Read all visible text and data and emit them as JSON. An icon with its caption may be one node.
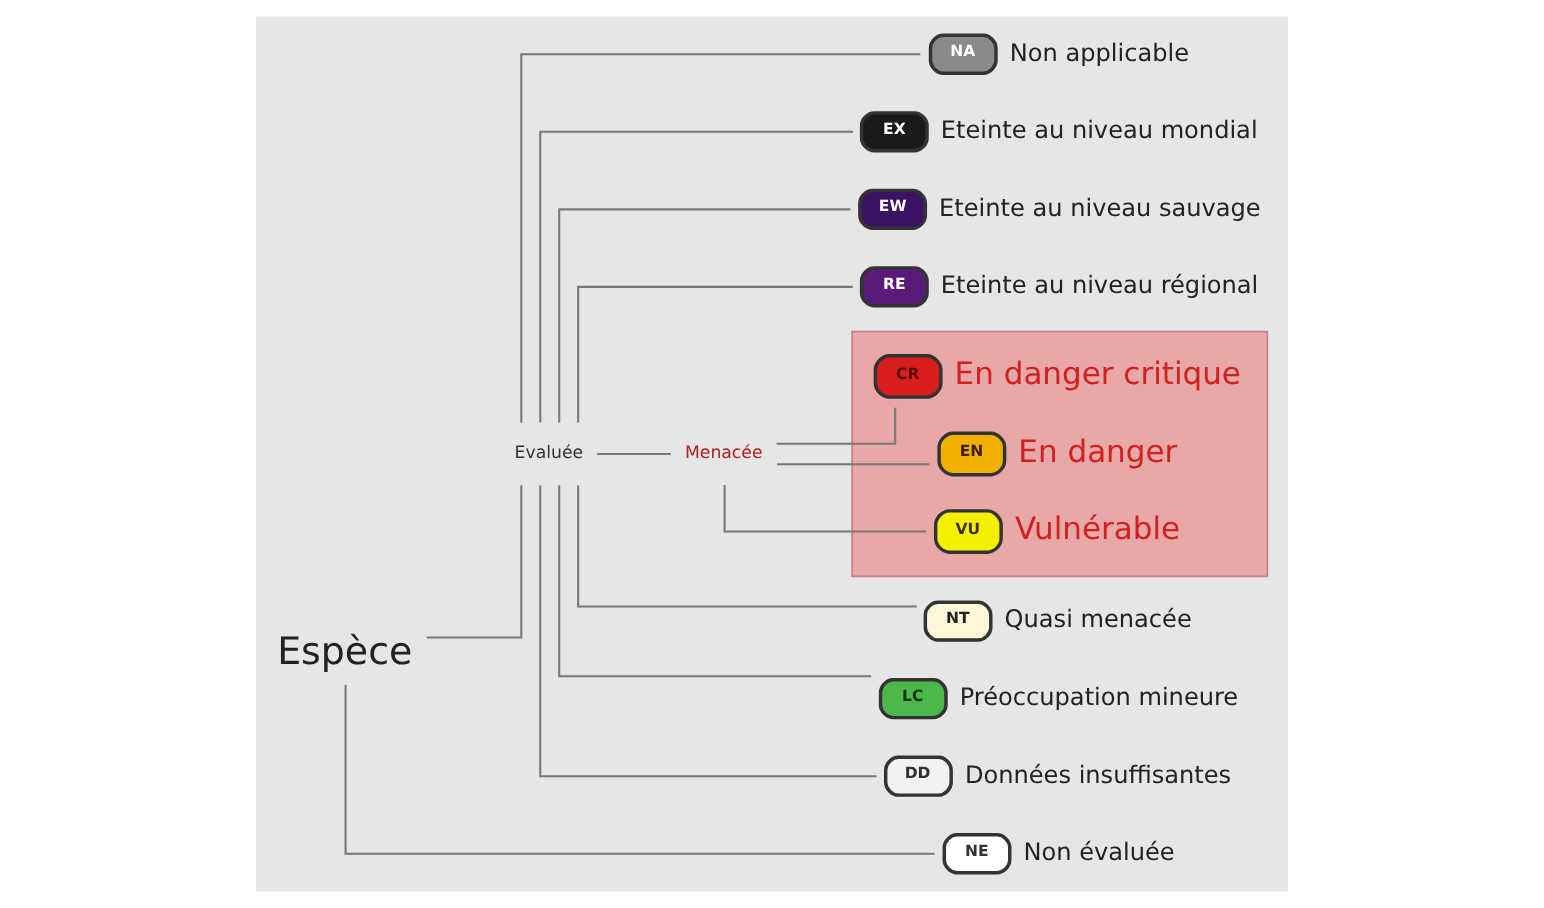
{
  "diagram": {
    "nodes": [
      {
        "text": [
          "Espèce"
        ]
      },
      {
        "text": [
          "Evaluée"
        ]
      },
      {
        "text": [
          "Menacée"
        ]
      },
      {
        "text": [
          "EX"
        ],
        "beside": [
          "Eteinte au niveau mondial"
        ]
      },
      {
        "text": [
          "EW"
        ],
        "beside": [
          "Eteinte au niveau sauvage"
        ]
      },
      {
        "text": [
          "RE"
        ],
        "beside": [
          "Eteinte au niveau régional"
        ]
      },
      {
        "text": [],
        "shape": "box"
      },
      {
        "text": [
          "CR"
        ],
        "beside": [
          "En danger critique"
        ],
        "in": 6
      },
      {
        "text": [
          "EN"
        ],
        "beside": [
          "En danger"
        ],
        "in": 6
      },
      {
        "text": [
          "VU"
        ],
        "beside": [
          "Vulnérable"
        ],
        "in": 6
      },
      {
        "text": [
          "NT"
        ],
        "beside": [
          "Quasi menacée"
        ]
      },
      {
        "text": [
          "LC"
        ],
        "beside": [
          "Préoccupation mineure"
        ]
      },
      {
        "text": [
          "DD"
        ],
        "beside": [
          "Données insuffisantes"
        ]
      },
      {
        "text": [
          "NA"
        ],
        "beside": [
          "Non applicable"
        ]
      },
      {
        "text": [
          "NE"
        ],
        "beside": [
          "Non évaluée"
        ]
      }
    ],
    "edges": [
      {
        "from": 0,
        "to": 1,
        "arrow": "none"
      },
      {
        "from": 0,
        "to": 14,
        "arrow": "none"
      },
      {
        "from": 1,
        "to": 3,
        "arrow": "none"
      },
      {
        "from": 1,
        "to": 4,
        "arrow": "none"
      },
      {
        "from": 1,
        "to": 5,
        "arrow": "none"
      },
      {
        "from": 1,
        "to": 2,
        "arrow": "none"
      },
      {
        "from": 2,
        "to": 7,
        "arrow": "none"
      },
      {
        "from": 2,
        "to": 8,
        "arrow": "none"
      },
      {
        "from": 2,
        "to": 9,
        "arrow": "none"
      },
      {
        "from": 1,
        "to": 10,
        "arrow": "none"
      },
      {
        "from": 1,
        "to": 11,
        "arrow": "none"
      },
      {
        "from": 1,
        "to": 12,
        "arrow": "none"
      },
      {
        "from": 1,
        "to": 13,
        "arrow": "none"
      }
    ]
  }
}
